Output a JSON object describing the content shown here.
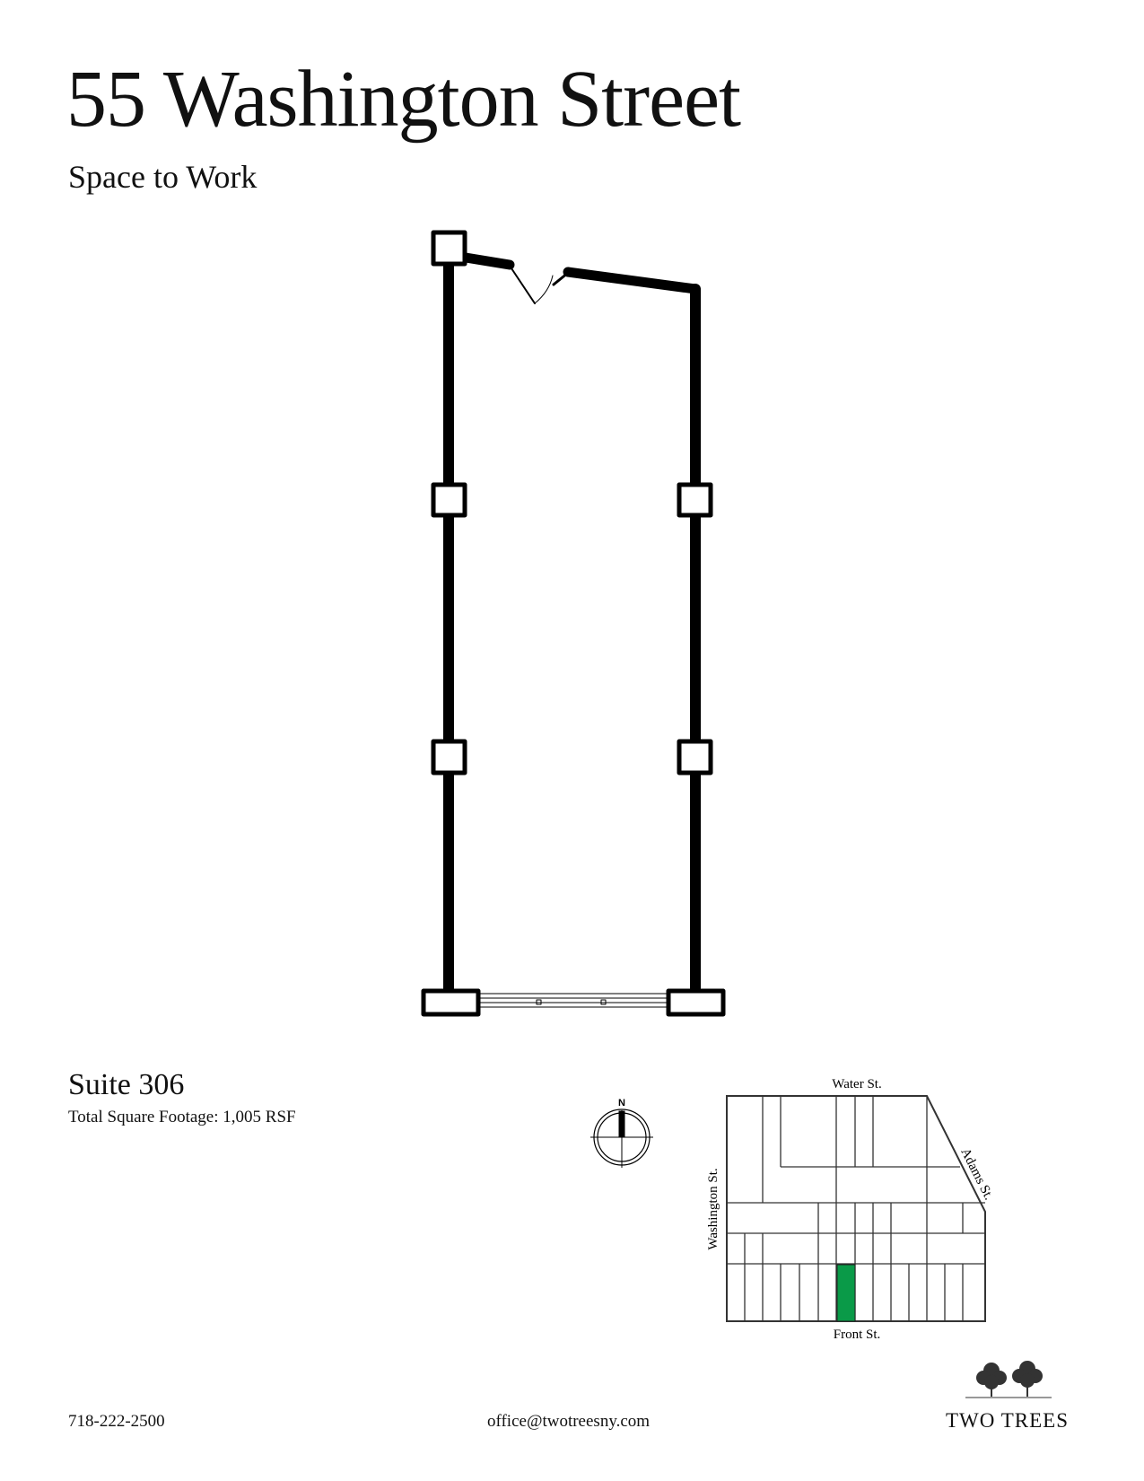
{
  "header": {
    "title": "55 Washington Street",
    "subtitle": "Space to Work"
  },
  "suite": {
    "name": "Suite 306",
    "square_footage": "Total Square Footage: 1,005 RSF"
  },
  "key_plan": {
    "compass_label": "N",
    "streets": {
      "north": "Water St.",
      "south": "Front St.",
      "west": "Washington St.",
      "east": "Adams St."
    },
    "highlight_color": "#0a9a48"
  },
  "footer": {
    "phone": "718-222-2500",
    "email": "office@twotreesny.com",
    "brand": "TWO TREES"
  }
}
